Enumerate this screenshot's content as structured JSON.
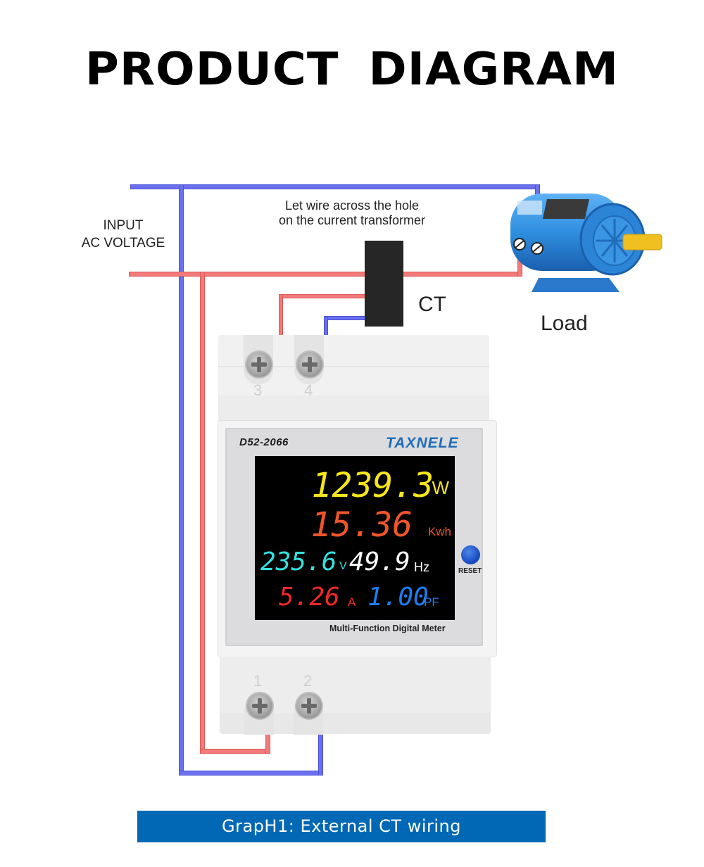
{
  "title": "PRODUCT DIAGRAM",
  "labels": {
    "input_line1": "INPUT",
    "input_line2": "AC VOLTAGE",
    "ct_note_line1": "Let wire across the hole",
    "ct_note_line2": "on the current transformer",
    "ct": "CT",
    "load": "Load"
  },
  "meter": {
    "model": "D52-2066",
    "brand": "TAXNELE",
    "subtitle": "Multi-Function Digital Meter",
    "reset_label": "RESET",
    "terminals_top": [
      "3",
      "4"
    ],
    "terminals_bottom": [
      "1",
      "2"
    ],
    "readings": {
      "power": {
        "value": "1239.3",
        "unit": "W",
        "color": "#f5e61a"
      },
      "energy": {
        "value": "15.36",
        "unit": "Kwh",
        "color": "#f0552a"
      },
      "voltage": {
        "value": "235.6",
        "unit": "V",
        "color": "#35e0e0"
      },
      "frequency": {
        "value": "49.9",
        "unit": "Hz",
        "color": "#ffffff"
      },
      "current": {
        "value": "5.26",
        "unit": "A",
        "color": "#f02828"
      },
      "power_factor": {
        "value": "1.00",
        "unit": "PF",
        "color": "#1e7df0"
      }
    }
  },
  "colors": {
    "neutral_wire": "#6b70ee",
    "live_wire": "#f27a7a",
    "caption_bg": "#0068b4",
    "motor": "#2f8fe0"
  },
  "caption": "GrapH1:  External CT wiring"
}
